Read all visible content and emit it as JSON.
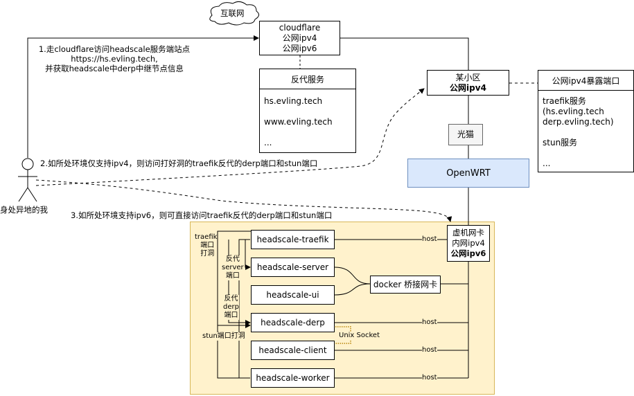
{
  "internet_cloud": "互联网",
  "cloudflare_box": {
    "line1": "cloudflare",
    "line2": "公网ipv4",
    "line3": "公网ipv6"
  },
  "reverse_proxy": {
    "title": "反代服务",
    "items": [
      "hs.evling.tech",
      "www.evling.tech",
      "..."
    ]
  },
  "community_box": {
    "line1": "某小区",
    "line2": "公网ipv4"
  },
  "exposed_ports": {
    "title": "公网ipv4暴露端口",
    "items": [
      "traefik服务",
      "(hs.evling.tech",
      "derp.evling.tech)",
      "stun服务",
      "..."
    ]
  },
  "modem": "光猫",
  "openwrt": "OpenWRT",
  "vnic": {
    "line1": "虚机网卡",
    "line2": "内网ipv4",
    "line3": "公网ipv6"
  },
  "docker_bridge": "docker 桥接网卡",
  "containers": [
    "headscale-traefik",
    "headscale-server",
    "headscale-ui",
    "headscale-derp",
    "headscale-client",
    "headscale-worker"
  ],
  "host_labels": [
    "host",
    "host",
    "host",
    "host"
  ],
  "unix_socket": "Unix Socket",
  "side_labels": {
    "traefik_hole": [
      "traefik",
      "端口",
      "打洞"
    ],
    "proxy_server": [
      "反代",
      "server",
      "端口"
    ],
    "proxy_derp": [
      "反代",
      "derp",
      "端口"
    ],
    "stun_hole": "stun端口打洞"
  },
  "user_label": "身处异地的我",
  "notes": {
    "note1": [
      "1.走cloudflare访问headscale服务端站点",
      "https://hs.evling.tech,",
      "并获取headscale中derp中继节点信息"
    ],
    "note2": "2.如所处环境仅支持ipv4，则访问打好洞的traefik反代的derp端口和stun端口",
    "note3": "3.如所处环境支持ipv6，则可直接访问traefik反代的derp端口和stun端口"
  },
  "colors": {
    "container_bg": "#fff2cc",
    "container_border": "#d6b656",
    "openwrt_bg": "#dae8fc",
    "openwrt_border": "#6c8ebf",
    "modem_bg": "#f5f5f5"
  }
}
